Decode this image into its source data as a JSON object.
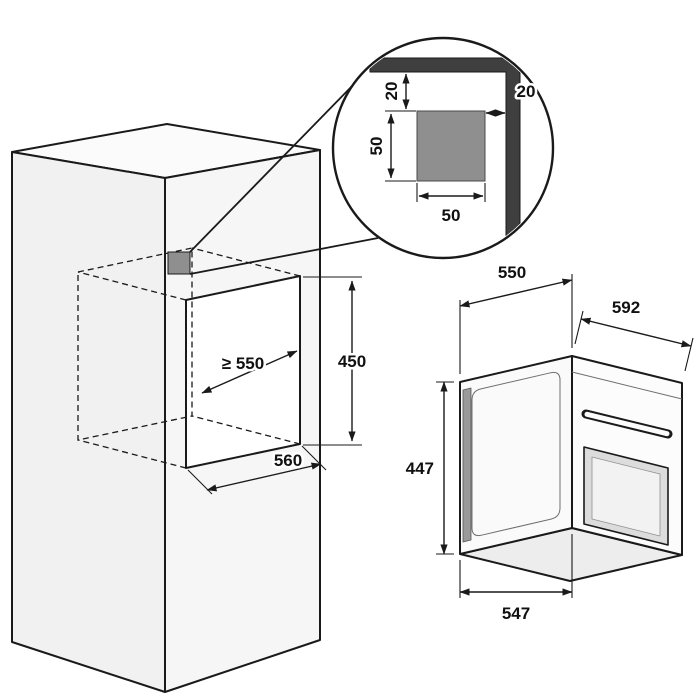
{
  "diagram": {
    "cabinet_niche": {
      "height_label": "450",
      "depth_label": "≥ 550",
      "width_label": "560"
    },
    "corner_detail": {
      "top_gap_label": "20",
      "side_gap_label": "20",
      "cutout_height_label": "50",
      "cutout_width_label": "50"
    },
    "oven": {
      "top_depth_label": "550",
      "width_label": "592",
      "height_label": "447",
      "bottom_depth_label": "547"
    },
    "colors": {
      "line": "#1a1a1a",
      "cutout_fill": "#8f8f8f",
      "wall_section_fill": "#3f3f3f",
      "trim_fill": "#9a9a9a"
    }
  }
}
